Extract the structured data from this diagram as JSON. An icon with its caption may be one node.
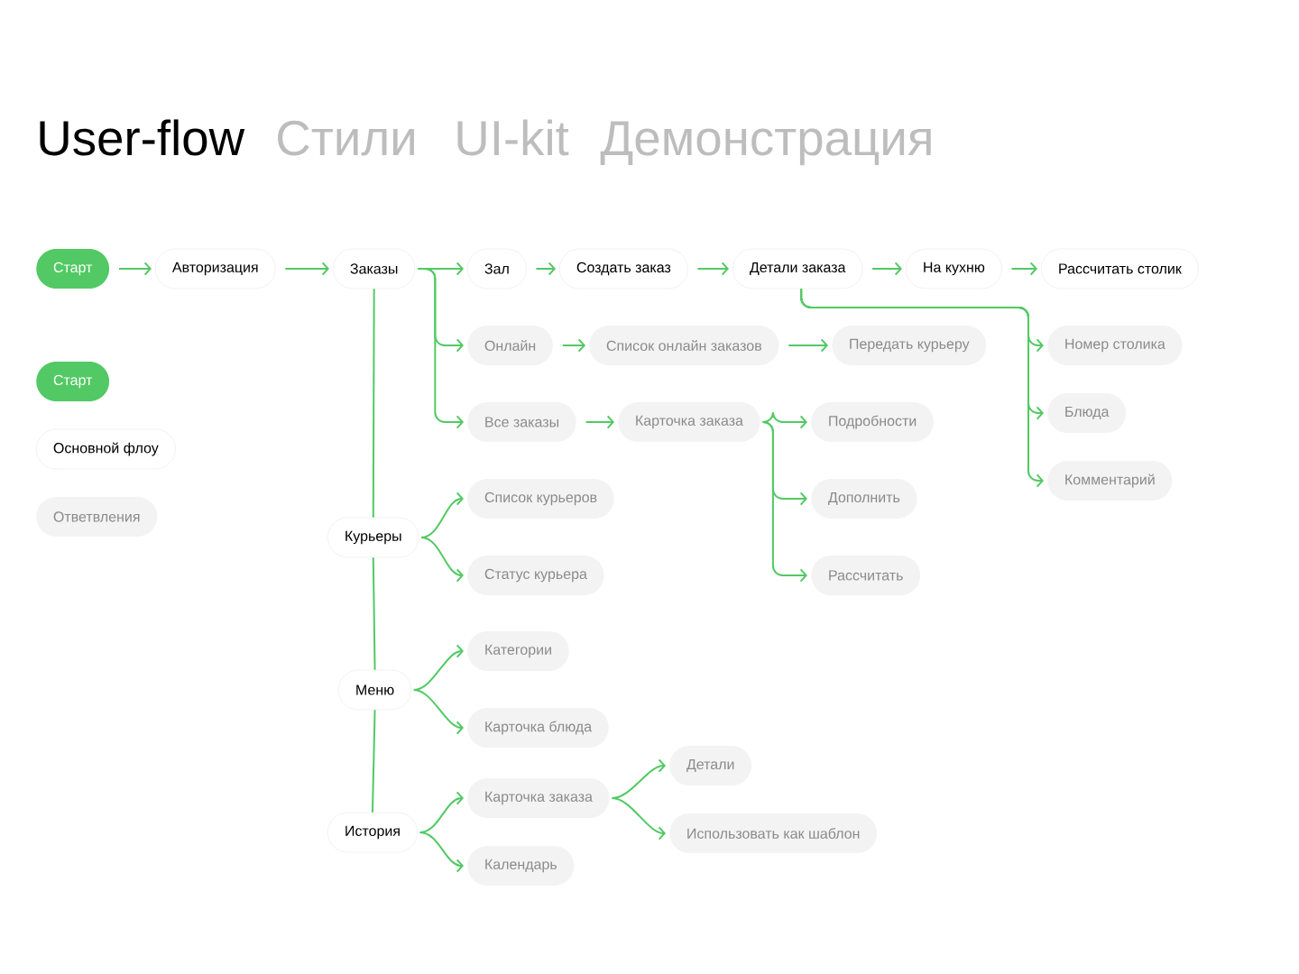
{
  "diagram": {
    "title": "User-flow",
    "nodes": [
      {
        "text": [
          "Старт"
        ]
      },
      {
        "text": [
          "Авторизация"
        ]
      },
      {
        "text": [
          "Заказы"
        ]
      },
      {
        "text": [
          "Зал"
        ]
      },
      {
        "text": [
          "Создать заказ"
        ]
      },
      {
        "text": [
          "Детали заказа"
        ]
      },
      {
        "text": [
          "На кухню"
        ]
      },
      {
        "text": [
          "Рассчитать столик"
        ]
      },
      {
        "text": [
          "Онлайн"
        ]
      },
      {
        "text": [
          "Список онлайн заказов"
        ]
      },
      {
        "text": [
          "Передать курьеру"
        ]
      },
      {
        "text": [
          "Номер столика"
        ]
      },
      {
        "text": [
          "Все заказы"
        ]
      },
      {
        "text": [
          "Карточка заказа"
        ]
      },
      {
        "text": [
          "Подробности"
        ]
      },
      {
        "text": [
          "Блюда"
        ]
      },
      {
        "text": [
          "Комментарий"
        ]
      },
      {
        "text": [
          "Дополнить"
        ]
      },
      {
        "text": [
          "Рассчитать"
        ]
      },
      {
        "text": [
          "Курьеры"
        ]
      },
      {
        "text": [
          "Список курьеров"
        ]
      },
      {
        "text": [
          "Статус курьера"
        ]
      },
      {
        "text": [
          "Меню"
        ]
      },
      {
        "text": [
          "Категории"
        ]
      },
      {
        "text": [
          "Карточка блюда"
        ]
      },
      {
        "text": [
          "История"
        ]
      },
      {
        "text": [
          "Карточка заказа"
        ]
      },
      {
        "text": [
          "Календарь"
        ]
      },
      {
        "text": [
          "Детали"
        ]
      },
      {
        "text": [
          "Использовать как шаблон"
        ]
      }
    ],
    "edges": [
      {
        "from": 0,
        "to": 1,
        "arrow": "to"
      },
      {
        "from": 1,
        "to": 2,
        "arrow": "to"
      },
      {
        "from": 2,
        "to": 3,
        "arrow": "to"
      },
      {
        "from": 3,
        "to": 4,
        "arrow": "to"
      },
      {
        "from": 4,
        "to": 5,
        "arrow": "to"
      },
      {
        "from": 5,
        "to": 6,
        "arrow": "to"
      },
      {
        "from": 6,
        "to": 7,
        "arrow": "to"
      },
      {
        "from": 2,
        "to": 8,
        "arrow": "to"
      },
      {
        "from": 2,
        "to": 12,
        "arrow": "to"
      },
      {
        "from": 8,
        "to": 9,
        "arrow": "to"
      },
      {
        "from": 9,
        "to": 10,
        "arrow": "to"
      },
      {
        "from": 5,
        "to": 11,
        "arrow": "to"
      },
      {
        "from": 5,
        "to": 15,
        "arrow": "to"
      },
      {
        "from": 5,
        "to": 16,
        "arrow": "to"
      },
      {
        "from": 12,
        "to": 13,
        "arrow": "to"
      },
      {
        "from": 13,
        "to": 14,
        "arrow": "to"
      },
      {
        "from": 13,
        "to": 17,
        "arrow": "to"
      },
      {
        "from": 13,
        "to": 18,
        "arrow": "to"
      },
      {
        "from": 2,
        "to": 19,
        "arrow": "none"
      },
      {
        "from": 19,
        "to": 22,
        "arrow": "none"
      },
      {
        "from": 22,
        "to": 25,
        "arrow": "none"
      },
      {
        "from": 19,
        "to": 20,
        "arrow": "to"
      },
      {
        "from": 19,
        "to": 21,
        "arrow": "to"
      },
      {
        "from": 22,
        "to": 23,
        "arrow": "to"
      },
      {
        "from": 22,
        "to": 24,
        "arrow": "to"
      },
      {
        "from": 25,
        "to": 26,
        "arrow": "to"
      },
      {
        "from": 25,
        "to": 27,
        "arrow": "to"
      },
      {
        "from": 26,
        "to": 28,
        "arrow": "to"
      },
      {
        "from": 26,
        "to": 29,
        "arrow": "to"
      }
    ],
    "labels": [
      "Стили",
      "UI-kit",
      "Демонстрация"
    ],
    "legend": [
      {
        "text": "Старт",
        "color": "#52c964"
      },
      {
        "text": "Основной флоу",
        "color": "#ffffff"
      },
      {
        "text": "Ответвления",
        "color": "#f3f3f3"
      }
    ]
  }
}
